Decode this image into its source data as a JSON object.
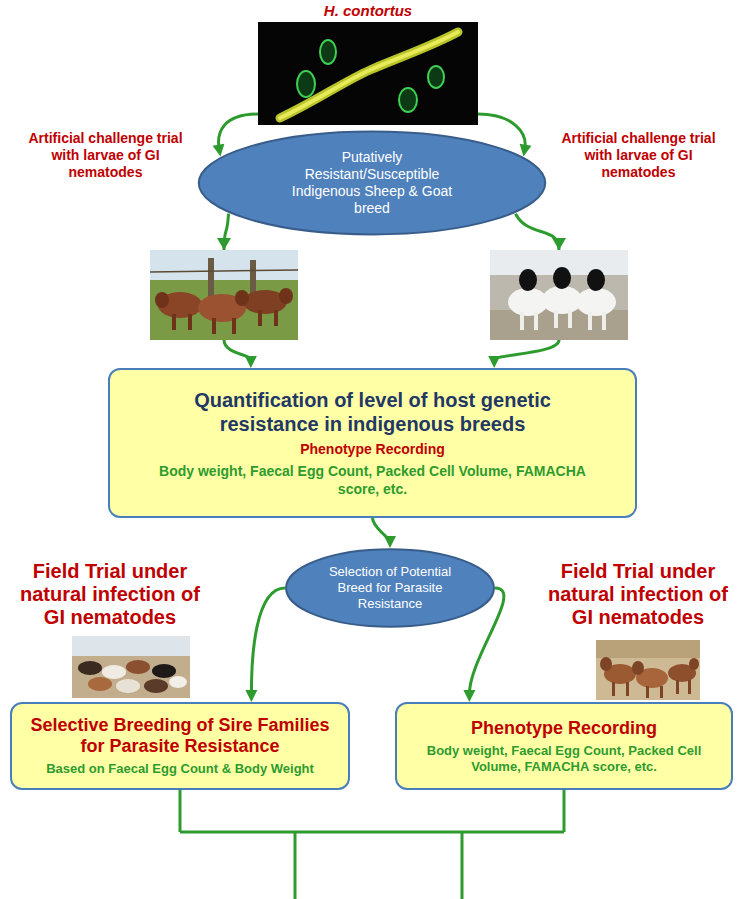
{
  "diagram": {
    "nodes": [
      {
        "text": [
          "H. contortus"
        ]
      },
      {
        "text": [
          "Putatively Resistant/Susceptible Indigenous Sheep & Goat breed"
        ]
      },
      {
        "text": [
          "Quantification of level of host genetic resistance in indigenous breeds",
          "Phenotype Recording",
          "Body weight, Faecal Egg Count, Packed Cell Volume, FAMACHA score, etc."
        ]
      },
      {
        "text": [
          "Selection of Potential Breed for Parasite Resistance"
        ]
      },
      {
        "text": [
          "Selective Breeding of Sire Families for Parasite Resistance",
          "Based on Faecal Egg Count & Body Weight"
        ]
      },
      {
        "text": [
          "Phenotype Recording",
          "Body weight, Faecal Egg Count, Packed Cell Volume, FAMACHA score, etc."
        ]
      }
    ],
    "edges": [
      {
        "from": 0,
        "to": 1,
        "arrow": "to"
      },
      {
        "from": 0,
        "to": 1,
        "arrow": "to"
      },
      {
        "from": 1,
        "to": 2,
        "arrow": "to"
      },
      {
        "from": 1,
        "to": 2,
        "arrow": "to"
      },
      {
        "from": 2,
        "to": 3,
        "arrow": "to"
      },
      {
        "from": 3,
        "to": 4,
        "arrow": "to"
      },
      {
        "from": 3,
        "to": 5,
        "arrow": "to"
      }
    ],
    "labels": [
      "Artificial challenge trial with larvae of GI nematodes",
      "Artificial challenge trial with larvae of GI nematodes",
      "Field Trial under natural infection of GI nematodes",
      "Field Trial under natural infection of GI nematodes"
    ]
  }
}
